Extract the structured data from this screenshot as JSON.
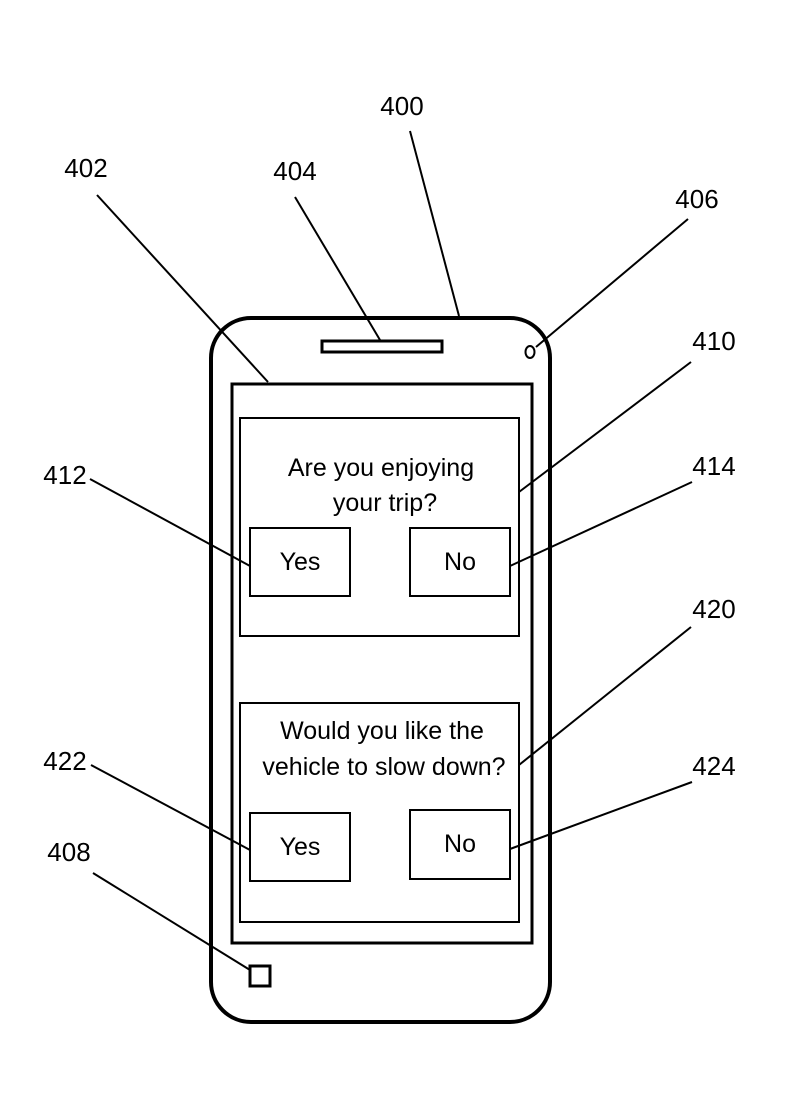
{
  "reference_labels": {
    "device": "400",
    "screen": "402",
    "speaker": "404",
    "camera": "406",
    "home_button": "408",
    "prompt_panel_1": "410",
    "yes_button_1": "412",
    "no_button_1": "414",
    "prompt_panel_2": "420",
    "yes_button_2": "422",
    "no_button_2": "424"
  },
  "prompt_1": {
    "question_line_1": "Are you enjoying",
    "question_line_2": "your trip?",
    "yes_label": "Yes",
    "no_label": "No"
  },
  "prompt_2": {
    "question_line_1": "Would you like the",
    "question_line_2": "vehicle to slow down?",
    "yes_label": "Yes",
    "no_label": "No"
  }
}
